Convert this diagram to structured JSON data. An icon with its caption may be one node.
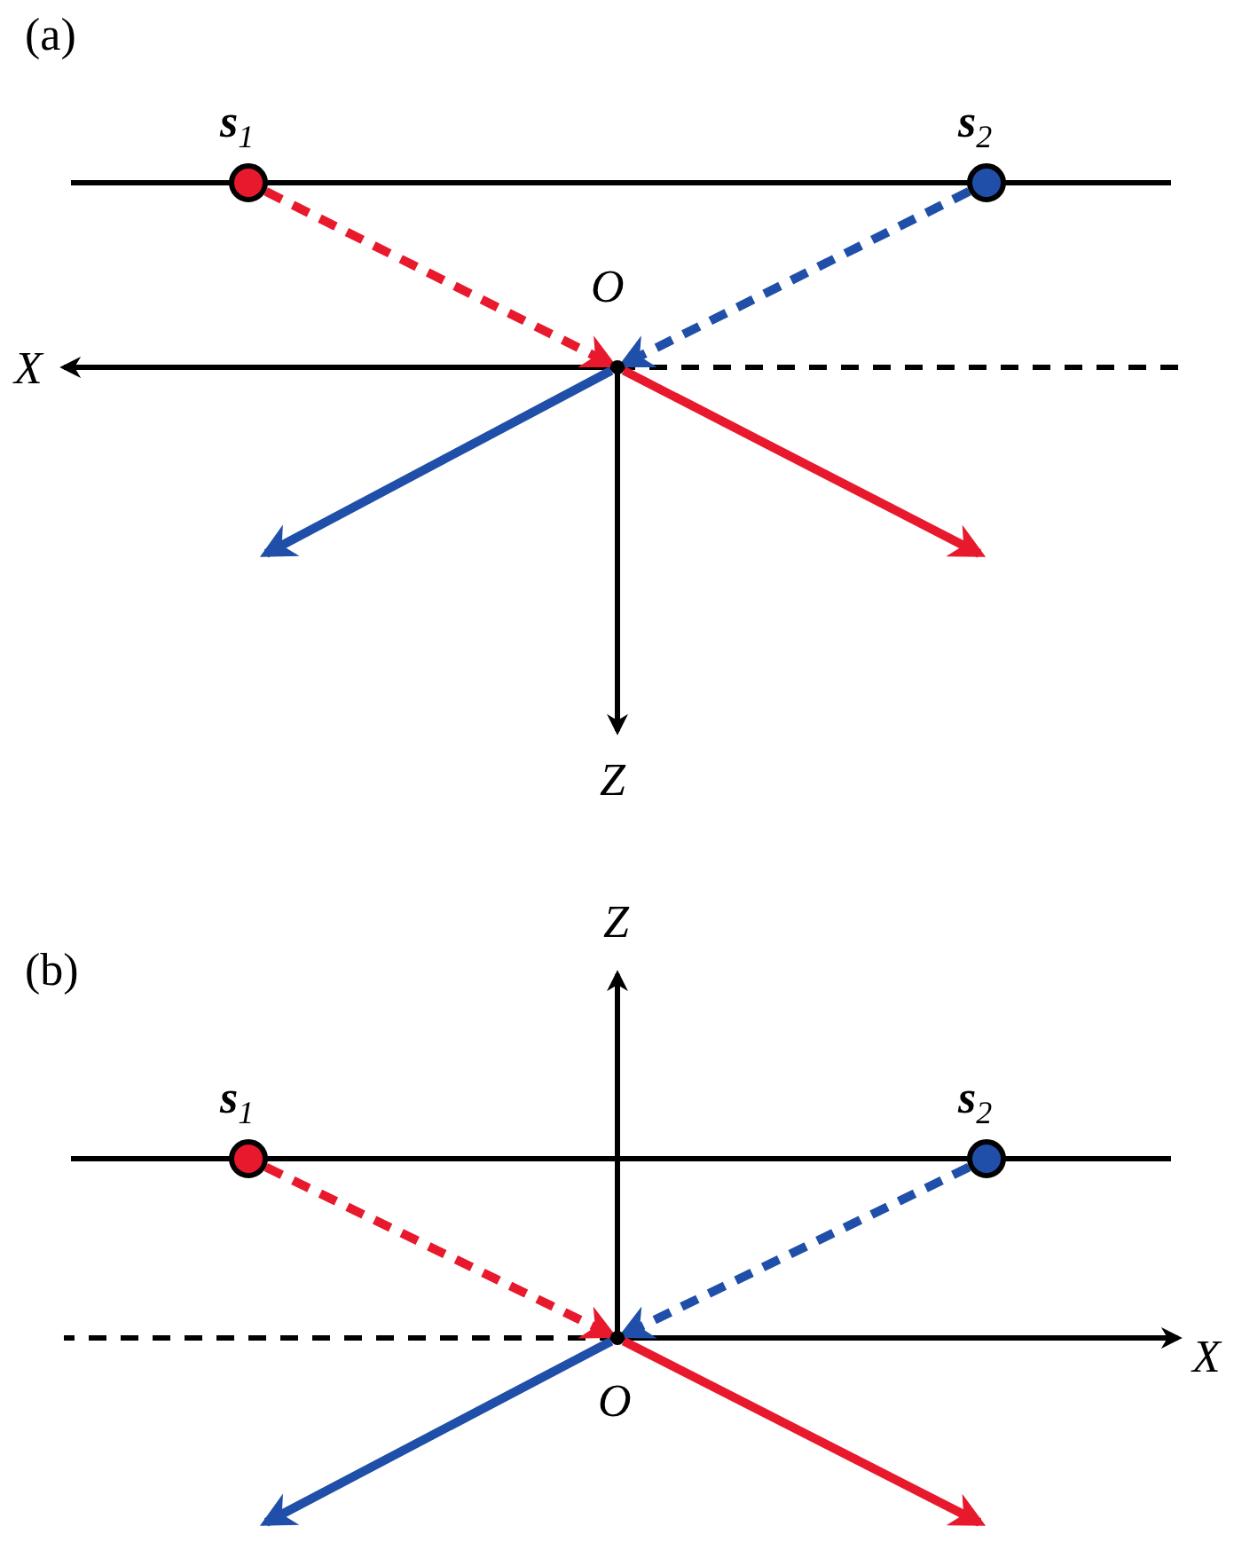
{
  "diagram": {
    "nodes": [
      {
        "text": [
          "s$_{1}$"
        ]
      },
      {
        "text": [
          "s$_{2}$"
        ]
      },
      {
        "text": [],
        "shape": "point"
      },
      {
        "text": [
          "s$_{1}$"
        ]
      },
      {
        "text": [
          "s$_{2}$"
        ]
      },
      {
        "text": [],
        "shape": "point"
      }
    ],
    "edges": [
      {
        "from": 0,
        "to": 2,
        "arrow": "to",
        "style": "dashed",
        "color": "#e8192c"
      },
      {
        "from": 1,
        "to": 2,
        "arrow": "to",
        "style": "dashed",
        "color": "#1f4fa8"
      },
      {
        "from": 2,
        "to": null,
        "arrow": "to",
        "color": "#1f4fa8"
      },
      {
        "from": 2,
        "to": null,
        "arrow": "to",
        "color": "#e8192c"
      },
      {
        "from": 3,
        "to": 5,
        "arrow": "to",
        "style": "dashed",
        "color": "#e8192c"
      },
      {
        "from": 4,
        "to": 5,
        "arrow": "to",
        "style": "dashed",
        "color": "#1f4fa8"
      },
      {
        "from": 5,
        "to": null,
        "arrow": "to",
        "color": "#1f4fa8"
      },
      {
        "from": 5,
        "to": null,
        "arrow": "to",
        "color": "#e8192c"
      }
    ],
    "labels": [
      "(a)",
      "O",
      "X",
      "Z",
      "Z",
      "(b)",
      "X",
      "O"
    ]
  }
}
